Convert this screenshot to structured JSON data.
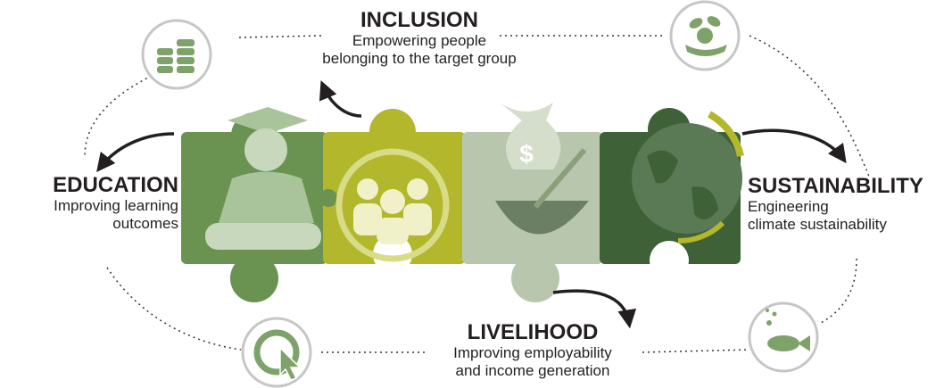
{
  "colors": {
    "education": "#6a9251",
    "inclusion": "#b3b72c",
    "livelihood": "#b9c6ae",
    "sustainability": "#3e6138",
    "icon_green": "#7ea36a",
    "circle_border": "#c6c6c6",
    "arrow": "#231f20"
  },
  "icons": {
    "top_left": "coin-stack-icon",
    "top_right": "hand-plant-icon",
    "bottom_left": "recycle-cursor-icon",
    "bottom_right": "fish-icon"
  },
  "labels": {
    "inclusion": {
      "title": "INCLUSION",
      "line1": "Empowering people",
      "line2": "belonging to the target group"
    },
    "education": {
      "title": "EDUCATION",
      "line1": "Improving learning",
      "line2": "outcomes"
    },
    "sustainability": {
      "title": "SUSTAINABILITY",
      "line1": "Engineering",
      "line2": "climate sustainability"
    },
    "livelihood": {
      "title": "LIVELIHOOD",
      "line1": "Improving employability",
      "line2": "and income generation"
    }
  }
}
